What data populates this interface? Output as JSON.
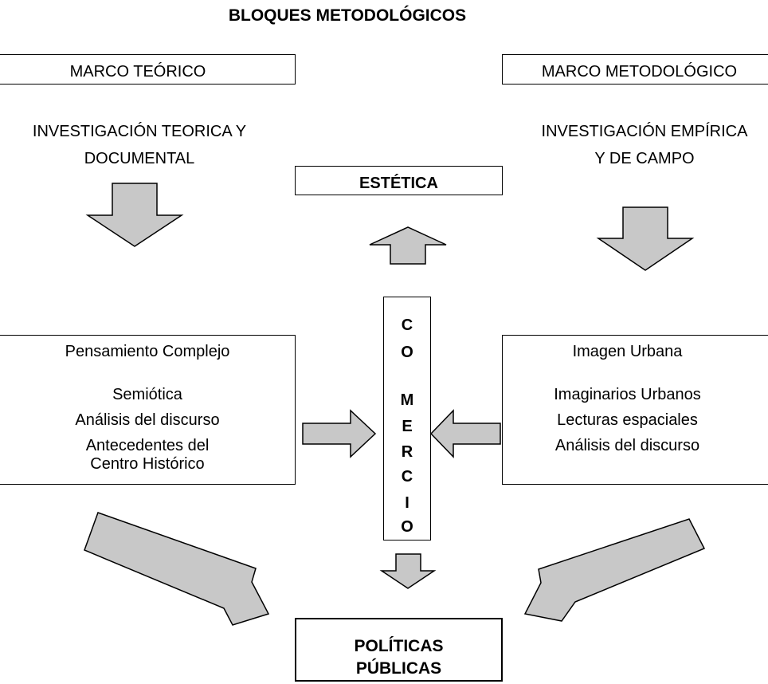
{
  "title": "BLOQUES METODOLÓGICOS",
  "left_header": "MARCO TEÓRICO",
  "right_header": "MARCO METODOLÓGICO",
  "left_subtitle": [
    "INVESTIGACIÓN TEORICA Y",
    "DOCUMENTAL"
  ],
  "right_subtitle": [
    "INVESTIGACIÓN EMPÍRICA",
    "Y DE CAMPO"
  ],
  "estetica": "ESTÉTICA",
  "comercio_letters": [
    "C",
    "O",
    "M",
    "E",
    "R",
    "C",
    "I",
    "O"
  ],
  "left_box": {
    "heading": "Pensamiento Complejo",
    "items": [
      "Semiótica",
      "Análisis del discurso",
      "Antecedentes del",
      "Centro Histórico"
    ]
  },
  "right_box": {
    "heading": "Imagen Urbana",
    "items": [
      "Imaginarios Urbanos",
      "Lecturas espaciales",
      "Análisis del discurso"
    ]
  },
  "bottom_box": [
    "POLÍTICAS",
    "PÚBLICAS"
  ],
  "colors": {
    "arrow_fill": "#c8c8c8",
    "stroke": "#000000"
  }
}
